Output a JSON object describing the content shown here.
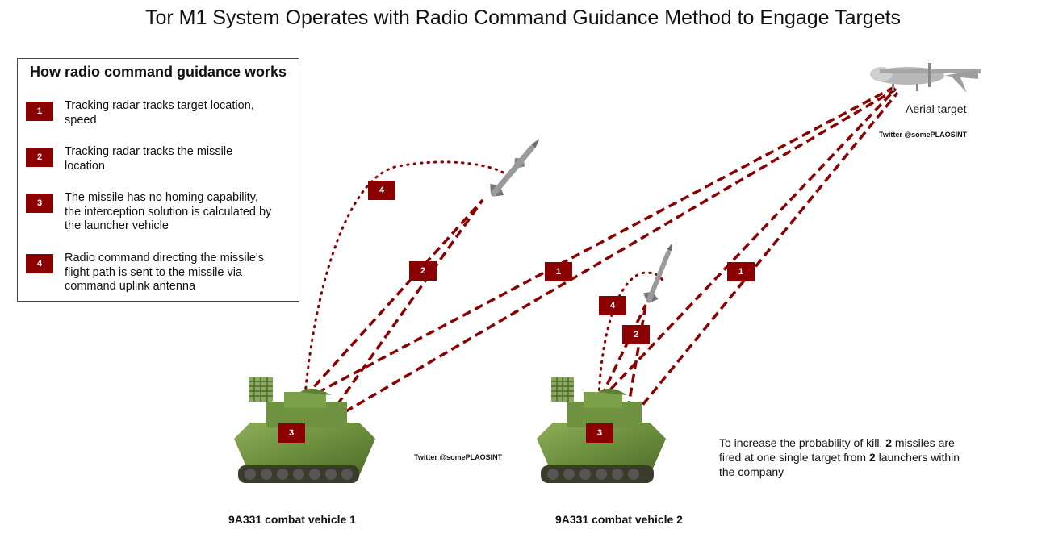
{
  "title": "Tor M1 System Operates with Radio Command Guidance Method to Engage Targets",
  "legend": {
    "title": "How radio command guidance works",
    "items": [
      {
        "num": "1",
        "text": "Tracking radar tracks target location, speed"
      },
      {
        "num": "2",
        "text": "Tracking radar tracks the missile location"
      },
      {
        "num": "3",
        "text": "The missile has no homing capability, the interception solution is calculated by the launcher vehicle"
      },
      {
        "num": "4",
        "text": "Radio command directing the missile's flight path is sent to the missile via command uplink antenna"
      }
    ]
  },
  "target": {
    "label": "Aerial target"
  },
  "credits": {
    "top": "Twitter @somePLAOSINT",
    "middle": "Twitter @somePLAOSINT"
  },
  "vehicles": [
    {
      "label": "9A331 combat vehicle 1",
      "badge": "3"
    },
    {
      "label": "9A331 combat vehicle 2",
      "badge": "3"
    }
  ],
  "path_badges": {
    "v1_command": "4",
    "v1_missile": "2",
    "v1_target": "1",
    "v2_command": "4",
    "v2_missile": "2",
    "v2_target": "1"
  },
  "note": {
    "part1": "To increase the probability of kill, ",
    "count1": "2",
    "part2": " missiles are fired at one single target from ",
    "count2": "2",
    "part3": " launchers within the company"
  },
  "colors": {
    "path": "#8b0000",
    "badge": "#8b0000",
    "vehicle": "#6b8e3d"
  }
}
